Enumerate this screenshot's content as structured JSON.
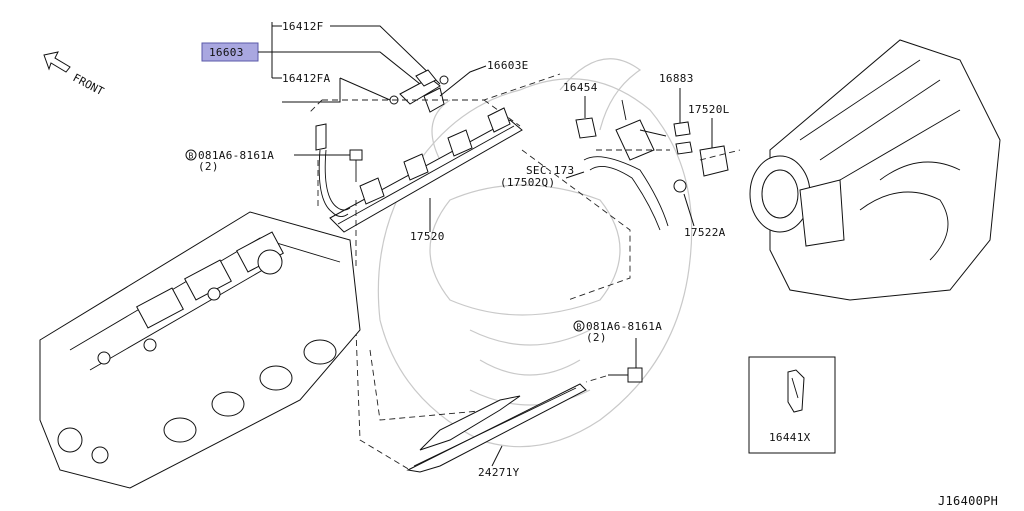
{
  "diagram": {
    "front_label": "FRONT",
    "code": "J16400PH",
    "highlighted_part": "16603",
    "parts": {
      "p16412F": "16412F",
      "p16603": "16603",
      "p16412FA": "16412FA",
      "p16603E": "16603E",
      "p16454": "16454",
      "p16883": "16883",
      "p17520L": "17520L",
      "sec173_a": "SEC.173",
      "sec173_b": "(17502Q)",
      "p17522A": "17522A",
      "p17520": "17520",
      "bolt1_a": "081A6-8161A",
      "bolt1_b": "(2)",
      "bolt2_a": "081A6-8161A",
      "bolt2_b": "(2)",
      "p24271Y": "24271Y",
      "p16441X": "16441X",
      "bolt_symbol": "B"
    }
  }
}
